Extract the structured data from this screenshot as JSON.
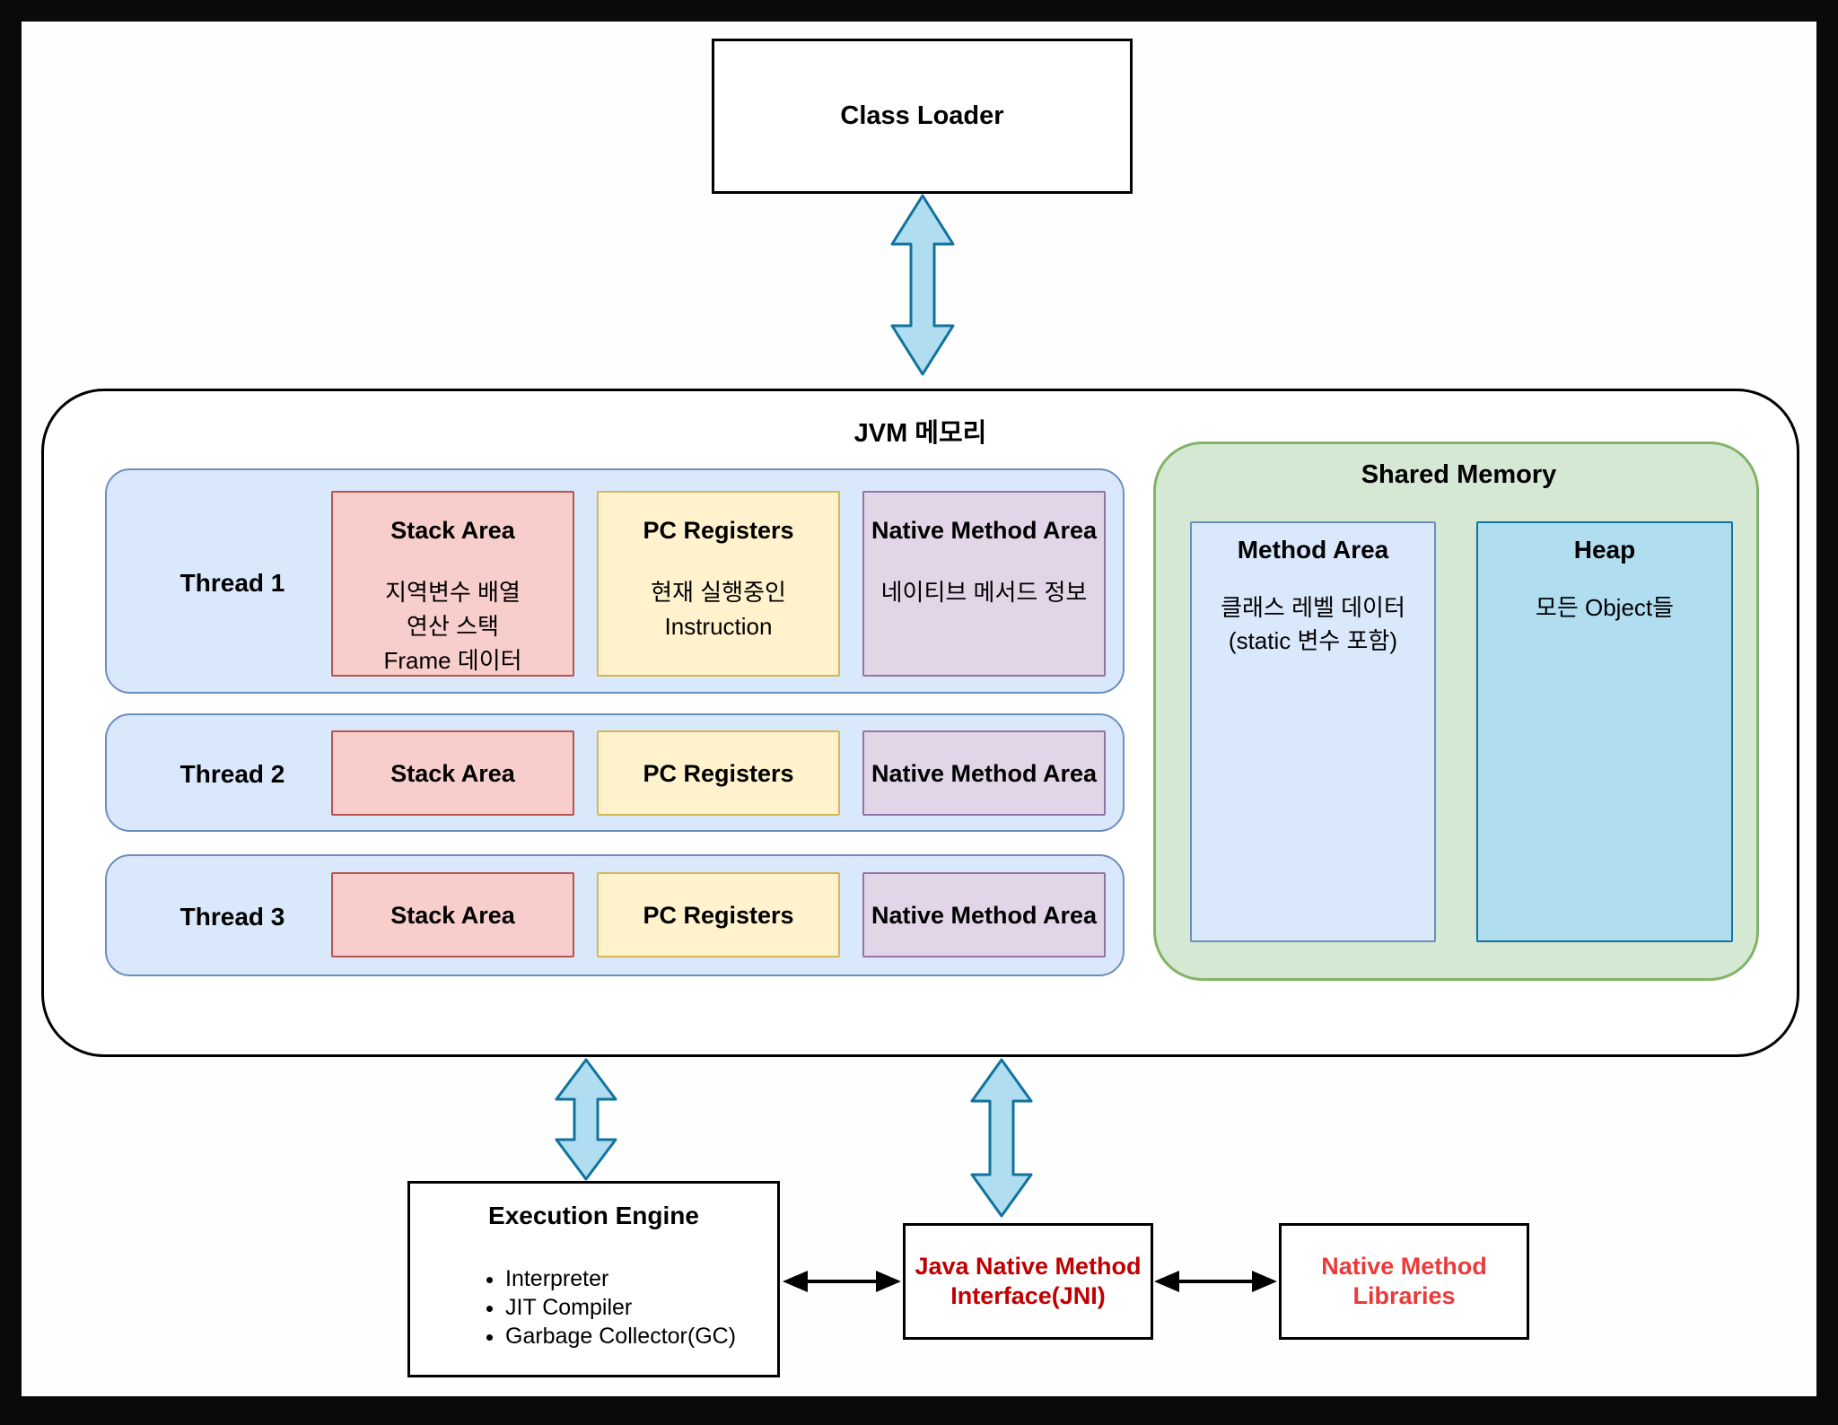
{
  "class_loader": {
    "title": "Class Loader"
  },
  "jvm_memory": {
    "title": "JVM 메모리",
    "threads": [
      {
        "label": "Thread 1",
        "stack": {
          "title": "Stack Area",
          "lines": [
            "지역변수 배열",
            "연산 스택",
            "Frame 데이터"
          ]
        },
        "pc": {
          "title": "PC Registers",
          "lines": [
            "현재 실행중인",
            "Instruction"
          ]
        },
        "native": {
          "title": "Native Method Area",
          "lines": [
            "네이티브 메서드 정보"
          ]
        }
      },
      {
        "label": "Thread 2",
        "stack": {
          "title": "Stack Area"
        },
        "pc": {
          "title": "PC Registers"
        },
        "native": {
          "title": "Native Method Area"
        }
      },
      {
        "label": "Thread 3",
        "stack": {
          "title": "Stack Area"
        },
        "pc": {
          "title": "PC Registers"
        },
        "native": {
          "title": "Native Method Area"
        }
      }
    ],
    "shared_memory": {
      "title": "Shared Memory",
      "method_area": {
        "title": "Method Area",
        "lines": [
          "클래스 레벨 데이터",
          "(static 변수 포함)"
        ]
      },
      "heap": {
        "title": "Heap",
        "lines": [
          "모든 Object들"
        ]
      }
    }
  },
  "execution_engine": {
    "title": "Execution Engine",
    "bullets": [
      "Interpreter",
      "JIT Compiler",
      "Garbage Collector(GC)"
    ]
  },
  "jni": {
    "line1": "Java Native Method",
    "line2": "Interface(JNI)"
  },
  "native_method_libraries": {
    "line1": "Native Method",
    "line2": "Libraries"
  },
  "colors": {
    "thread_row_fill": "#dae8fc",
    "thread_row_border": "#6c8ebf",
    "stack_fill": "#f8cecc",
    "stack_border": "#b85450",
    "pc_fill": "#fff2cc",
    "pc_border": "#d6b656",
    "native_fill": "#e1d5e7",
    "native_border": "#9673a6",
    "shared_fill": "#d5e8d4",
    "shared_border": "#82b366",
    "heap_fill": "#b1ddf0",
    "heap_border": "#10739e",
    "arrow_fill": "#b1ddf0",
    "arrow_stroke": "#10739e",
    "jni_text": "#c00000",
    "libraries_text": "#ea3b3b"
  }
}
